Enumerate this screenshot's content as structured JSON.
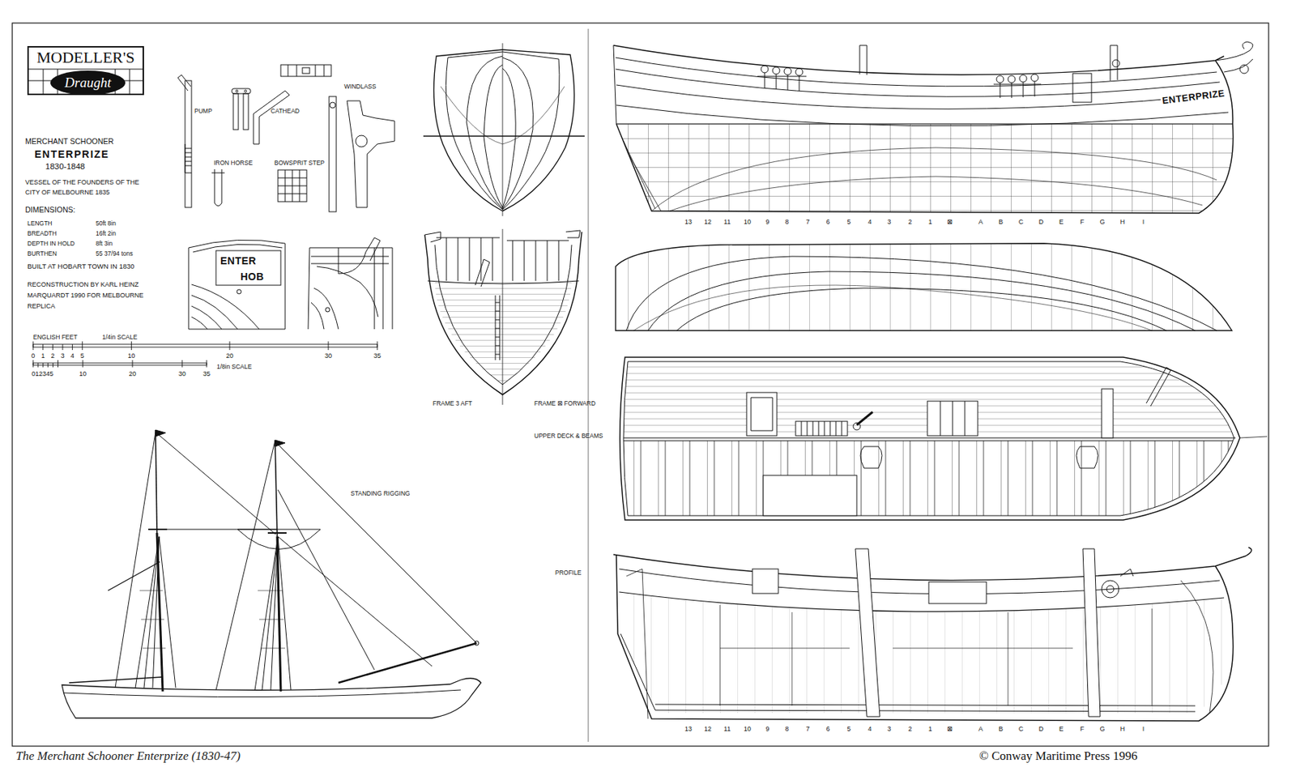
{
  "diagram": {
    "title": "ENTERPRIZE",
    "caption": "The Merchant Schooner Enterprize (1830-47)",
    "nodes": [
      {
        "text": [
          "MODELLER'S"
        ]
      },
      {
        "text": [
          "Draught"
        ],
        "in": 0
      }
    ],
    "labels": [
      "MERCHANT SCHOONER",
      "1830-1848",
      "VESSEL OF THE FOUNDERS OF THE CITY OF MELBOURNE 1835",
      "DIMENSIONS:",
      "LENGTH",
      "50ft 8in",
      "BREADTH",
      "16ft 2in",
      "DEPTH IN HOLD",
      "8ft 3in",
      "BURTHEN",
      "55 37/94 tons",
      "BUILT AT HOBART TOWN IN 1830",
      "RECONSTRUCTION BY KARL HEINZ MARQUARDT 1990 FOR MELBOURNE REPLICA",
      "ENGLISH FEET",
      "1/4in SCALE",
      "0",
      "1",
      "2",
      "3",
      "4",
      "5",
      "10",
      "20",
      "30",
      "35",
      "012345",
      "10",
      "20",
      "30",
      "35",
      "1/8in SCALE",
      "PUMP",
      "CATHEAD",
      "WINDLASS",
      "IRON HORSE",
      "BOWSPRIT STEP",
      "ENTER",
      "HOB",
      "FRAME 3 AFT",
      "FRAME ⊠ FORWARD",
      "UPPER DECK & BEAMS",
      "STANDING RIGGING",
      "PROFILE",
      "ENTERPRIZE",
      "13",
      "12",
      "11",
      "10",
      "9",
      "8",
      "7",
      "6",
      "5",
      "4",
      "3",
      "2",
      "1",
      "⊠",
      "A",
      "B",
      "C",
      "D",
      "E",
      "F",
      "G",
      "H",
      "I",
      "13",
      "12",
      "11",
      "10",
      "9",
      "8",
      "7",
      "6",
      "5",
      "4",
      "3",
      "2",
      "1",
      "⊠",
      "A",
      "B",
      "C",
      "D",
      "E",
      "F",
      "G",
      "H",
      "I",
      "© Conway Maritime Press 1996"
    ]
  }
}
